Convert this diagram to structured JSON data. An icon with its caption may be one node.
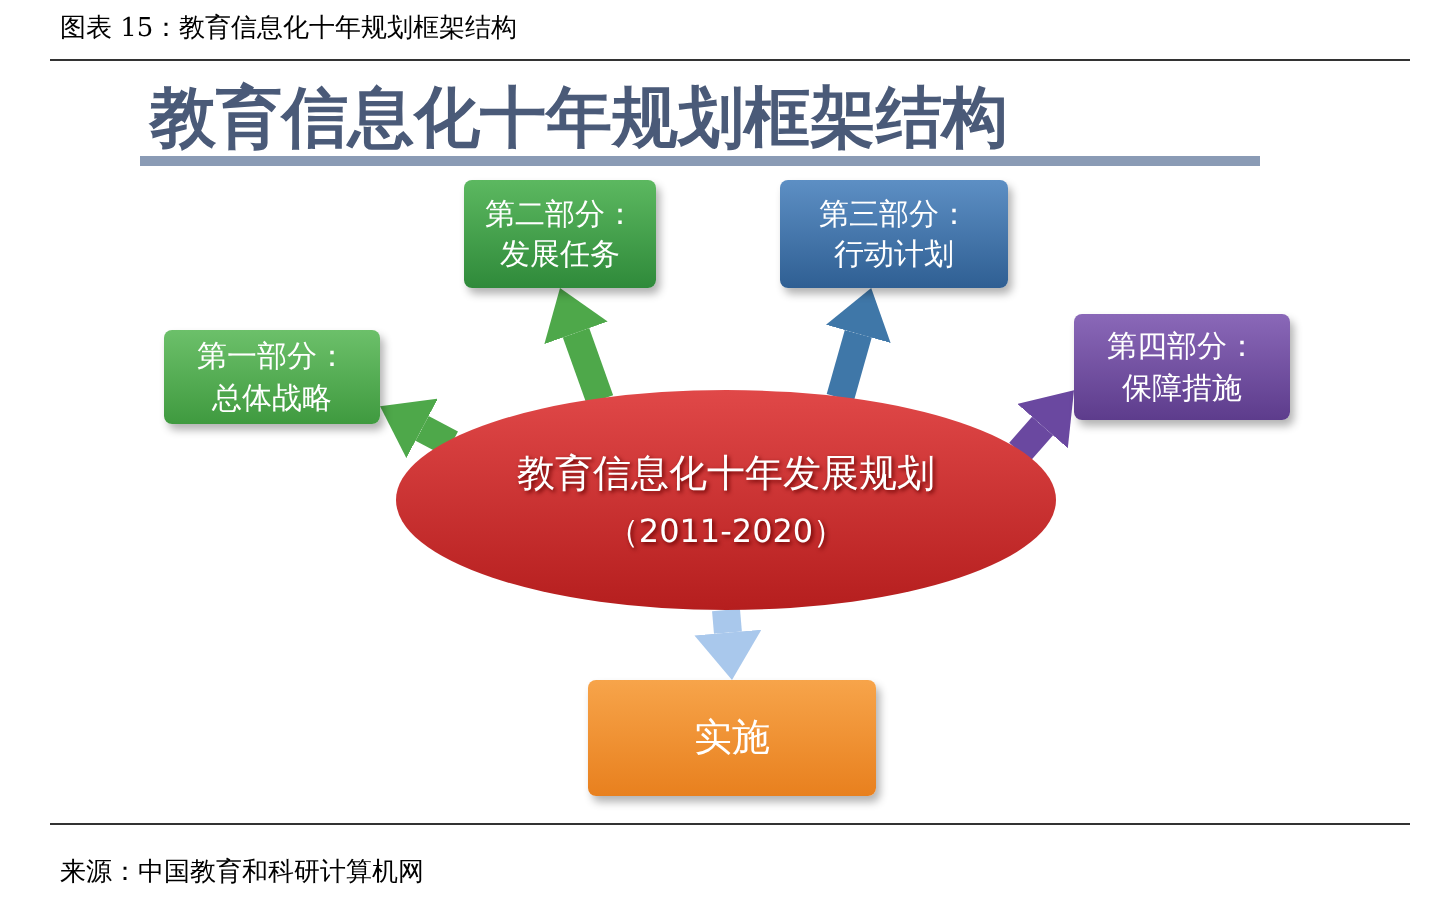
{
  "diagram": {
    "title": "图表 15：教育信息化十年规划框架结构",
    "caption": "来源：中国教育和科研计算机网",
    "labels": [
      "教育信息化十年规划框架结构"
    ],
    "nodes": [
      {
        "text": [
          "教育信息化十年发展规划",
          "（2011-2020）"
        ]
      },
      {
        "text": [
          "第一部分：总体战略"
        ]
      },
      {
        "text": [
          "第二部分：发展任务"
        ]
      },
      {
        "text": [
          "第三部分：行动计划"
        ]
      },
      {
        "text": [
          "第四部分：保障措施"
        ]
      },
      {
        "text": [
          "实施"
        ]
      }
    ],
    "edges": [
      {
        "from": 0,
        "to": 1,
        "arrow": "to",
        "color": "#4ea84a"
      },
      {
        "from": 0,
        "to": 2,
        "arrow": "to",
        "color": "#4ea84a"
      },
      {
        "from": 0,
        "to": 3,
        "arrow": "to",
        "color": "#3f77a8"
      },
      {
        "from": 0,
        "to": 4,
        "arrow": "to",
        "color": "#6a48a0"
      },
      {
        "from": 0,
        "to": 5,
        "arrow": "to",
        "color": "#a9c8ec"
      }
    ]
  }
}
